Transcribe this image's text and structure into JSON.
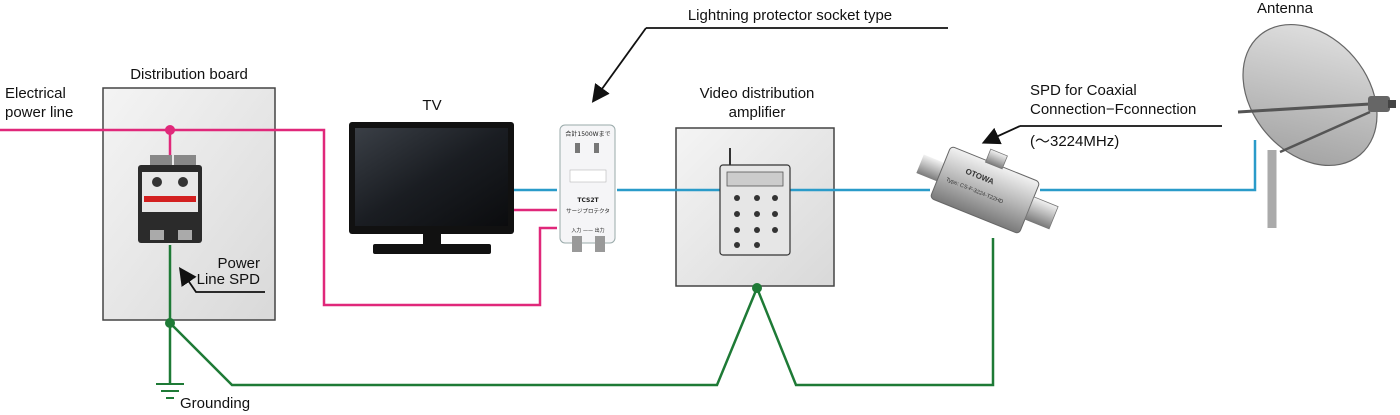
{
  "labels": {
    "electrical_power_line": [
      "Electrical",
      "power line"
    ],
    "distribution_board": "Distribution board",
    "tv": "TV",
    "socket_type": "Lightning protector socket type",
    "video_amp": [
      "Video distribution",
      "amplifier"
    ],
    "spd_coax": [
      "SPD for Coaxial",
      "Connection−Fconnection"
    ],
    "spd_freq": "(～3224MHz)",
    "antenna": "Antenna",
    "power_line_spd": [
      "Power",
      "Line SPD"
    ],
    "grounding": "Grounding"
  },
  "device_text": {
    "socket_rating": "合計1500Wまで",
    "socket_model": "TCS2T",
    "socket_name": "サージプロテクタ",
    "socket_io": "入力 —— 出力",
    "spd_brand": "OTOWA",
    "spd_type": "Type: CS-F-3224-T22HD"
  },
  "colors": {
    "power_line": "#e0287a",
    "coax_line": "#2a9bc9",
    "ground_line": "#1e7a36",
    "panel_border": "#444444"
  }
}
